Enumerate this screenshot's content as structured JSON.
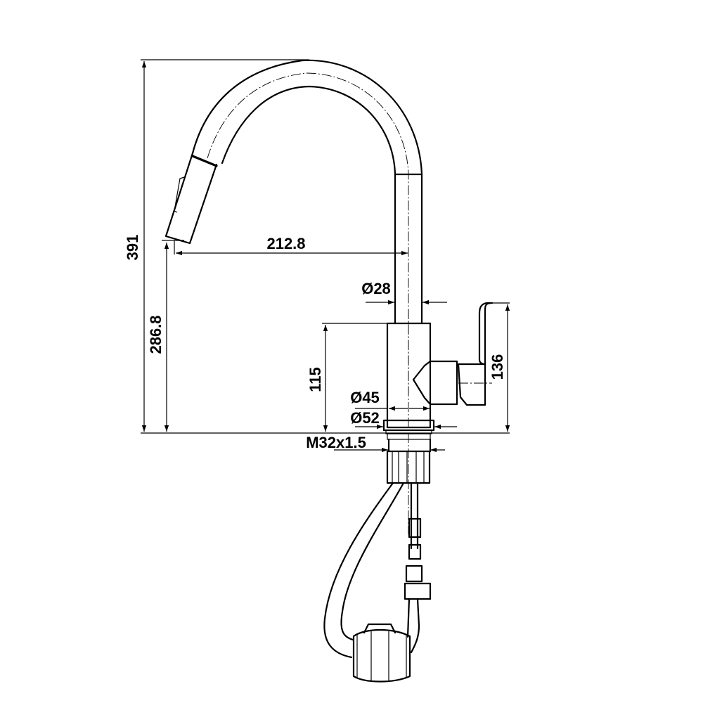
{
  "drawing": {
    "subject": "pull-down kitchen faucet",
    "units": "mm",
    "line_color": "#000000",
    "background": "#ffffff"
  },
  "dimensions": {
    "overall_height": "391",
    "spout_outlet_height": "286.8",
    "spout_reach": "212.8",
    "spout_tube_diameter": "Ø28",
    "body_height": "115",
    "body_diameter": "Ø45",
    "base_diameter": "Ø52",
    "thread": "M32x1.5",
    "handle_height": "136"
  }
}
